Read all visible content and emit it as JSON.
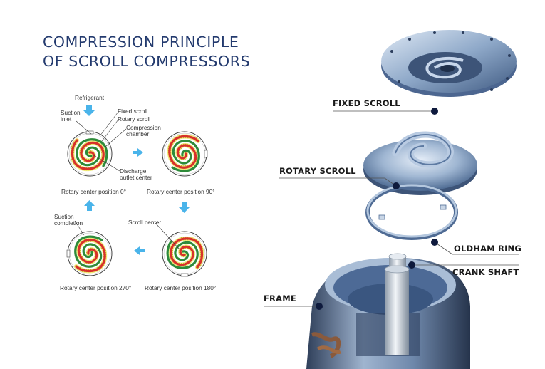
{
  "title": {
    "line1": "COMPRESSION PRINCIPLE",
    "line2": "OF SCROLL COMPRESSORS"
  },
  "diagram_labels": {
    "refrigerant": "Refrigerant",
    "suction_inlet_1": "Suction",
    "suction_inlet_2": "inlet",
    "fixed_scroll": "Fixed scroll",
    "rotary_scroll": "Rotary scroll",
    "compression_1": "Compression",
    "compression_2": "chamber",
    "discharge_1": "Discharge",
    "discharge_2": "outlet center",
    "suction_completion_1": "Suction",
    "suction_completion_2": "completion",
    "scroll_center": "Scroll center"
  },
  "positions": {
    "p0": "Rotary center position 0°",
    "p90": "Rotary center position 90°",
    "p180": "Rotary center position 180°",
    "p270": "Rotary center position 270°"
  },
  "parts": {
    "fixed_scroll": "FIXED SCROLL",
    "rotary_scroll": "ROTARY SCROLL",
    "oldham_ring": "OLDHAM RING",
    "crank_shaft": "CRANK SHAFT",
    "frame": "FRAME"
  },
  "colors": {
    "title": "#233a6e",
    "arrow": "#4ab4ea",
    "fixed_spiral": "#d8312b",
    "rotary_spiral": "#2e8b3a",
    "chamber": "#e8e05a",
    "marker": "#0e1a3d",
    "metal": "#8aa6c8"
  }
}
